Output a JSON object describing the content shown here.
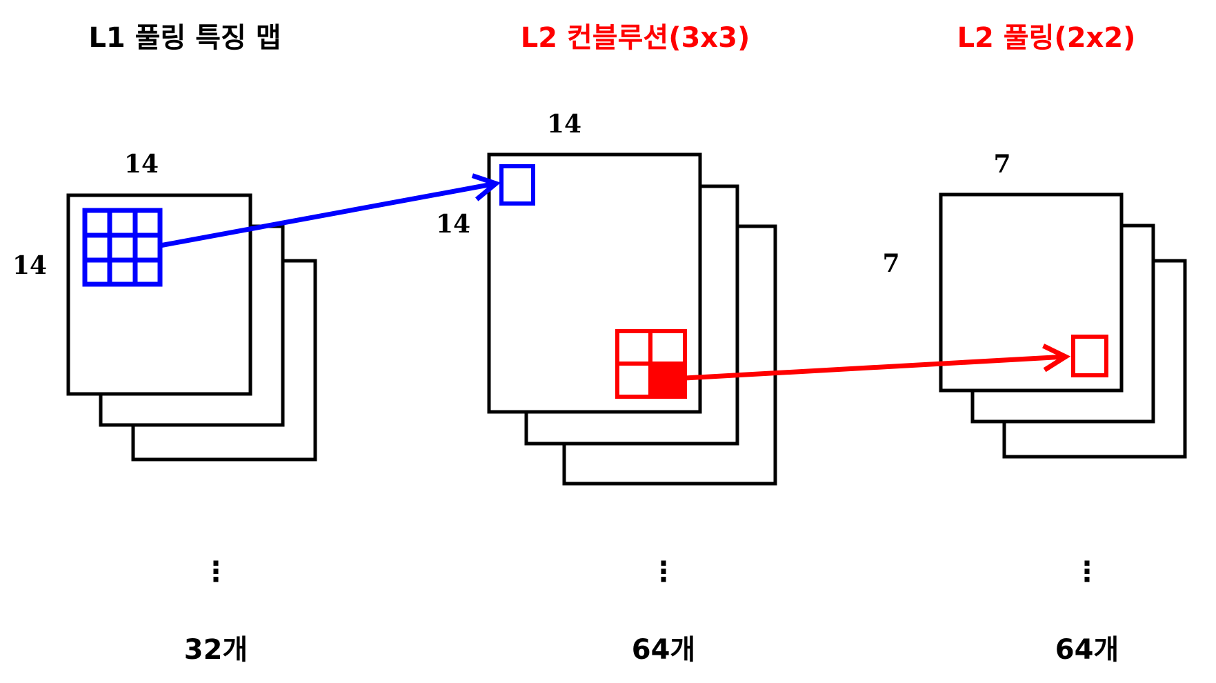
{
  "colors": {
    "black": "#000000",
    "blue": "#0000ff",
    "red": "#ff0000"
  },
  "sections": [
    {
      "title": "L1 풀링 특징 맵",
      "title_color": "#000000",
      "width_label": "14",
      "height_label": "14",
      "ellipsis": "⋮",
      "count_label": "32개"
    },
    {
      "title": "L2 컨블루션(3x3)",
      "title_color": "#ff0000",
      "width_label": "14",
      "height_label": "14",
      "ellipsis": "⋮",
      "count_label": "64개"
    },
    {
      "title": "L2 풀링(2x2)",
      "title_color": "#ff0000",
      "width_label": "7",
      "height_label": "7",
      "ellipsis": "⋮",
      "count_label": "64개"
    }
  ],
  "kernels": {
    "conv": {
      "grid": "3x3",
      "color": "#0000ff"
    },
    "pool": {
      "grid": "2x2",
      "color": "#ff0000",
      "highlighted_cell": "bottom-right"
    }
  }
}
